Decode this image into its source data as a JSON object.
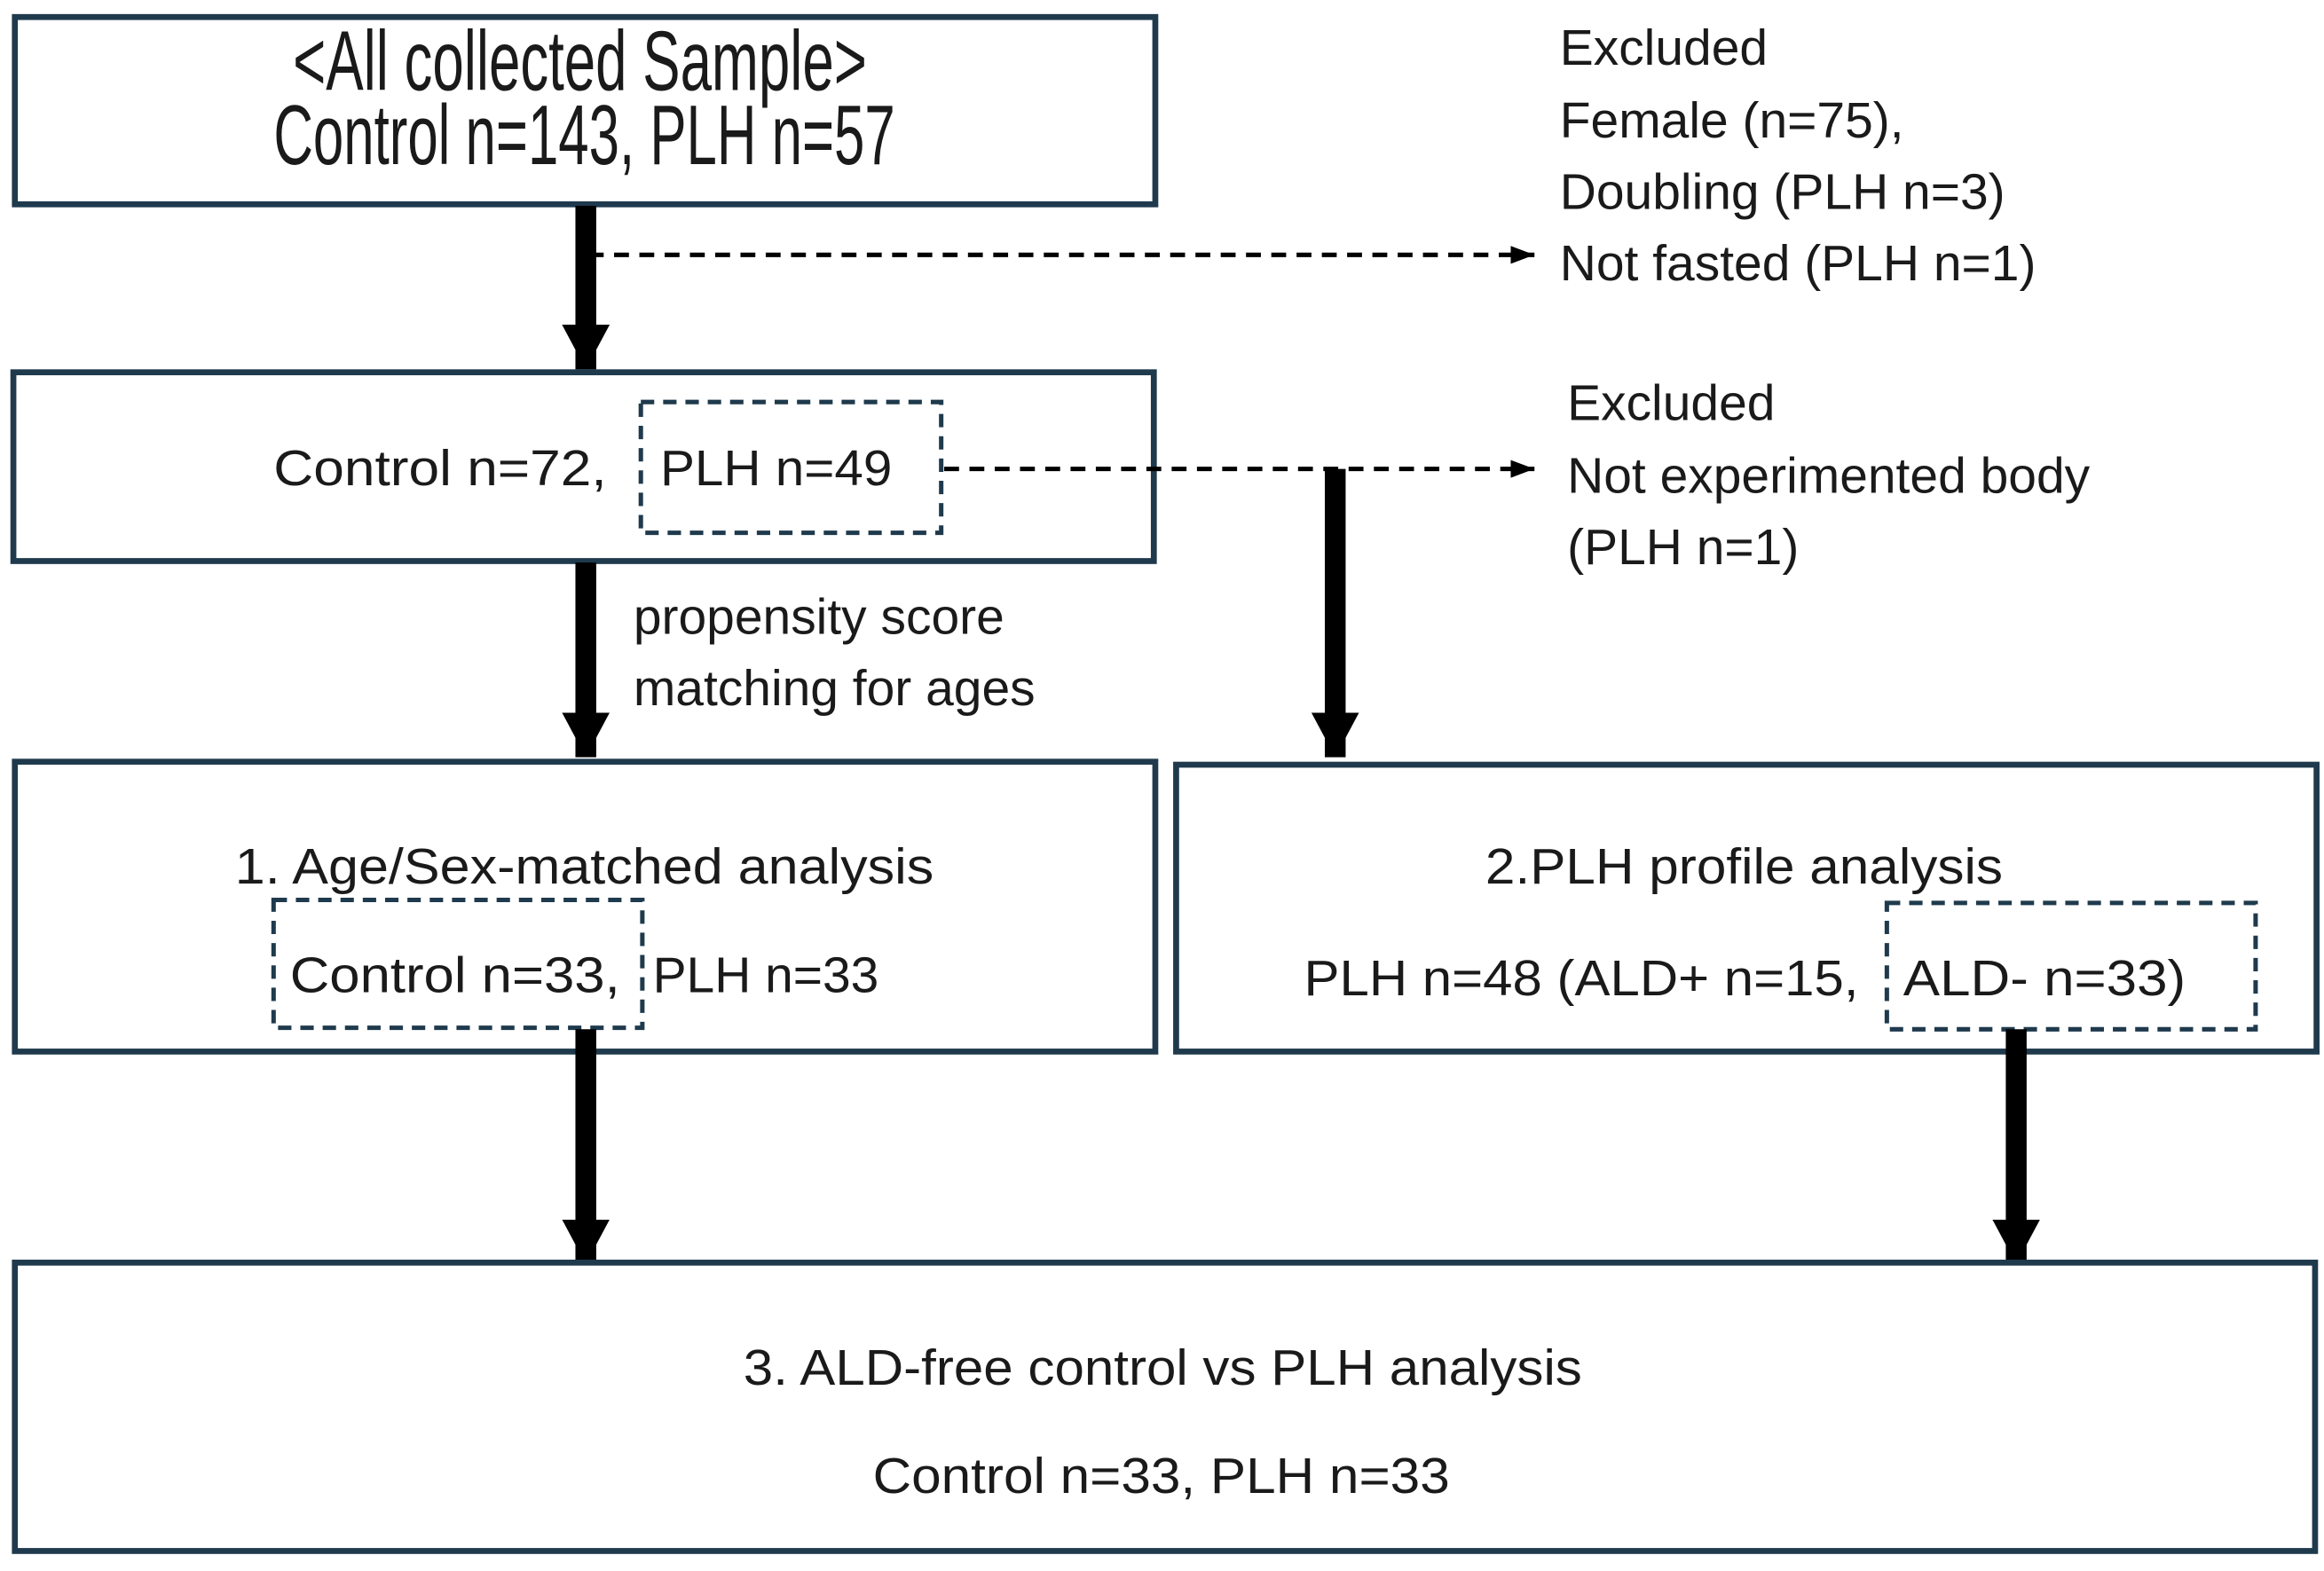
{
  "box_all": {
    "title": "<All collected Sample>",
    "counts": "Control n=143,  PLH n=57"
  },
  "excluded_1": {
    "heading": "Excluded",
    "line1": "Female  (n=75),",
    "line2": "Doubling  (PLH n=3)",
    "line3": "Not fasted  (PLH n=1)"
  },
  "box_second": {
    "control": "Control n=72,",
    "plh": "PLH n=49"
  },
  "excluded_2": {
    "heading": "Excluded",
    "line1": "Not experimented body",
    "line2": "(PLH n=1)"
  },
  "matching_note": {
    "line1": "propensity score",
    "line2": "matching for ages"
  },
  "box_age_sex": {
    "title": "1. Age/Sex-matched analysis",
    "control": "Control n=33,",
    "plh": "PLH n=33"
  },
  "box_plh_profile": {
    "title": "2.PLH profile analysis",
    "plh_ald_pos": "PLH n=48 (ALD+  n=15,",
    "ald_neg": "ALD-  n=33)"
  },
  "box_ald_free": {
    "title": "3. ALD-free control vs PLH analysis",
    "counts": "Control n=33, PLH n=33"
  }
}
